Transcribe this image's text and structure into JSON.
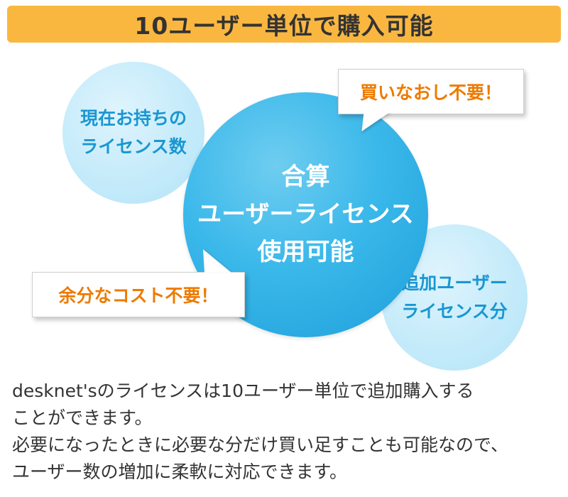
{
  "header": {
    "title": "10ユーザー単位で購入可能",
    "background_color": "#fab740"
  },
  "diagram": {
    "left_circle": {
      "lines": [
        "現在お持ちの",
        "ライセンス数"
      ],
      "text_color": "#1a97d2"
    },
    "main_circle": {
      "lines": [
        "合算",
        "ユーザーライセンス",
        "使用可能"
      ],
      "text_color": "#ffffff"
    },
    "right_circle": {
      "lines": [
        "追加ユーザー",
        "ライセンス分"
      ],
      "text_color": "#1a97d2"
    },
    "callout_top": {
      "text": "買いなおし不要！",
      "text_color": "#ee7a00"
    },
    "callout_bottom": {
      "text": "余分なコスト不要！",
      "text_color": "#ee7a00"
    }
  },
  "description": {
    "lines": [
      "desknet'sのライセンスは10ユーザー単位で追加購入する",
      "ことができます。",
      "必要になったときに必要な分だけ買い足すことも可能なので、",
      "ユーザー数の増加に柔軟に対応できます。"
    ]
  }
}
